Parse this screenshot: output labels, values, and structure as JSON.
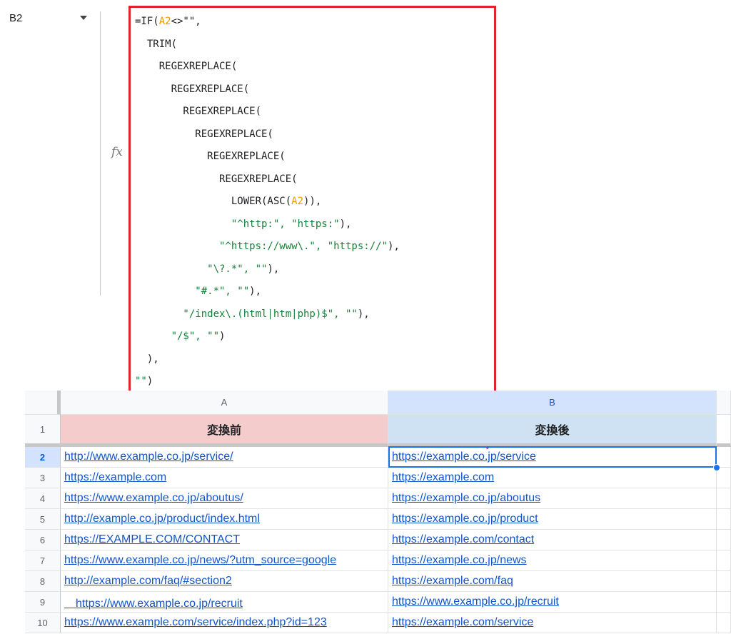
{
  "name_box": {
    "cell_ref": "B2",
    "caret_icon": "chevron-down-icon"
  },
  "fx_label": "fx",
  "formula_lines": [
    [
      {
        "t": "=IF(",
        "c": ""
      },
      {
        "t": "A2",
        "c": "ref"
      },
      {
        "t": "<>\"\",",
        "c": ""
      }
    ],
    [
      {
        "t": "  TRIM(",
        "c": ""
      }
    ],
    [
      {
        "t": "    REGEXREPLACE(",
        "c": ""
      }
    ],
    [
      {
        "t": "      REGEXREPLACE(",
        "c": ""
      }
    ],
    [
      {
        "t": "        REGEXREPLACE(",
        "c": ""
      }
    ],
    [
      {
        "t": "          REGEXREPLACE(",
        "c": ""
      }
    ],
    [
      {
        "t": "            REGEXREPLACE(",
        "c": ""
      }
    ],
    [
      {
        "t": "              REGEXREPLACE(",
        "c": ""
      }
    ],
    [
      {
        "t": "                LOWER(ASC(",
        "c": ""
      },
      {
        "t": "A2",
        "c": "ref"
      },
      {
        "t": ")),",
        "c": ""
      }
    ],
    [
      {
        "t": "                \"^http:\", \"https:\"",
        "c": "str"
      },
      {
        "t": "),",
        "c": ""
      }
    ],
    [
      {
        "t": "              \"^https://www\\.\", \"https://\"",
        "c": "str"
      },
      {
        "t": "),",
        "c": ""
      }
    ],
    [
      {
        "t": "            \"\\?.*\", \"\"",
        "c": "str"
      },
      {
        "t": "),",
        "c": ""
      }
    ],
    [
      {
        "t": "          \"#.*\", \"\"",
        "c": "str"
      },
      {
        "t": "),",
        "c": ""
      }
    ],
    [
      {
        "t": "        \"/index\\.(html|htm|php)$\", \"\"",
        "c": "str"
      },
      {
        "t": "),",
        "c": ""
      }
    ],
    [
      {
        "t": "      \"/$\", \"\"",
        "c": "str"
      },
      {
        "t": ")",
        "c": ""
      }
    ],
    [
      {
        "t": "  ),",
        "c": ""
      }
    ],
    [
      {
        "t": "\"\"",
        "c": "str"
      },
      {
        "t": ")",
        "c": ""
      }
    ]
  ],
  "columns": {
    "a": "A",
    "b": "B"
  },
  "header_row": {
    "num": "1",
    "a": "変換前",
    "b": "変換後"
  },
  "rows": [
    {
      "num": "2",
      "a": "http://www.example.co.jp/service/",
      "b": "https://example.co.jp/service"
    },
    {
      "num": "3",
      "a": "https://example.com",
      "b": "https://example.com"
    },
    {
      "num": "4",
      "a": "https://www.example.co.jp/aboutus/",
      "b": "https://example.co.jp/aboutus"
    },
    {
      "num": "5",
      "a": "http://example.co.jp/product/index.html",
      "b": "https://example.co.jp/product"
    },
    {
      "num": "6",
      "a": "https://EXAMPLE.COM/CONTACT",
      "b": "https://example.com/contact"
    },
    {
      "num": "7",
      "a": "https://www.example.co.jp/news/?utm_source=google",
      "b": "https://example.co.jp/news"
    },
    {
      "num": "8",
      "a": "http://example.com/faq/#section2",
      "b": "https://example.com/faq"
    },
    {
      "num": "9",
      "a": "　https://www.example.co.jp/recruit",
      "b": "https://www.example.co.jp/recruit"
    },
    {
      "num": "10",
      "a": "https://www.example.com/service/index.php?id=123",
      "b": "https://example.com/service"
    }
  ],
  "colors": {
    "highlight_border": "#e0242b",
    "selection": "#1a73e8",
    "header_a_fill": "#f4cccc",
    "header_b_fill": "#cfe2f3",
    "link": "#1155cc"
  }
}
